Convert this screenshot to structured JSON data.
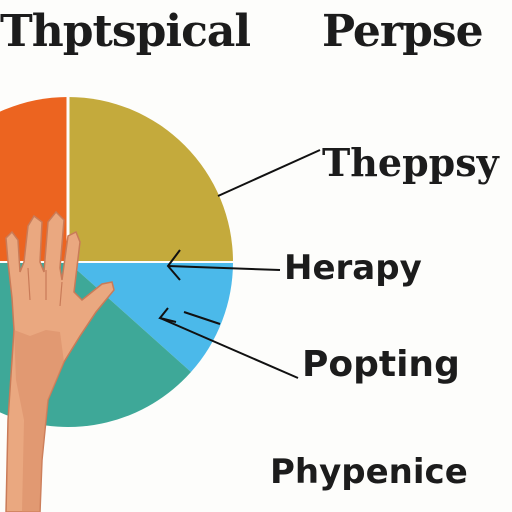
{
  "title": {
    "word1": "Thptspical",
    "word2": "Perpse"
  },
  "labels": [
    "Theppsy",
    "Herapy",
    "Popting",
    "Phypenice"
  ],
  "colors": {
    "olive": "#c4aa3c",
    "orange": "#ec6420",
    "sky": "#4bb9ea",
    "teal": "#3ea898",
    "skin": "#eaa880",
    "skin_shadow": "#d98c66",
    "text": "#1c1c1c",
    "line": "#111111"
  },
  "icons": [
    "hand-icon",
    "arrow-icon"
  ]
}
